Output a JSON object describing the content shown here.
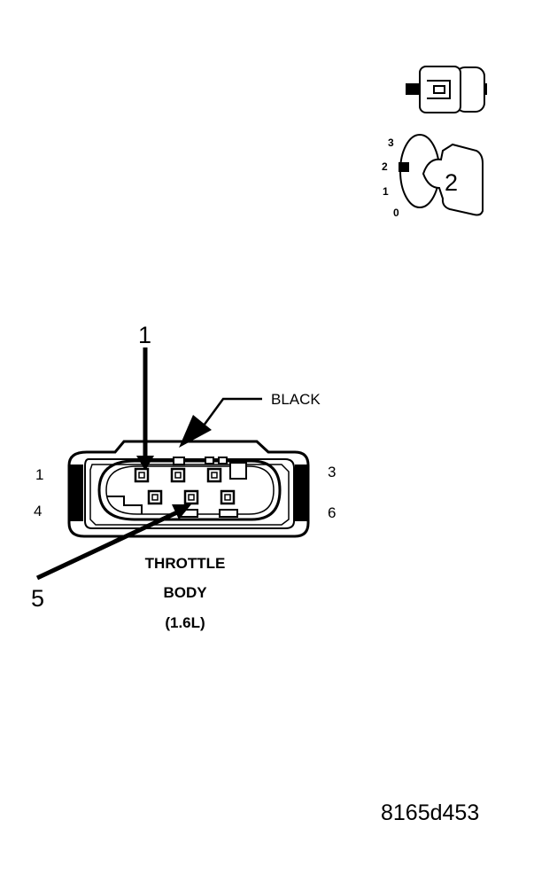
{
  "color_label": "BLACK",
  "pin_labels": {
    "top_left": "1",
    "top_right": "3",
    "bottom_left": "4",
    "bottom_right": "6"
  },
  "callouts": {
    "pin_1": "1",
    "pin_5": "5"
  },
  "title": {
    "line1": "THROTTLE",
    "line2": "BODY",
    "line3": "(1.6L)"
  },
  "key_icon": {
    "number": "2",
    "dial": [
      "3",
      "2",
      "1",
      "0"
    ]
  },
  "figure_id": "8165d453"
}
